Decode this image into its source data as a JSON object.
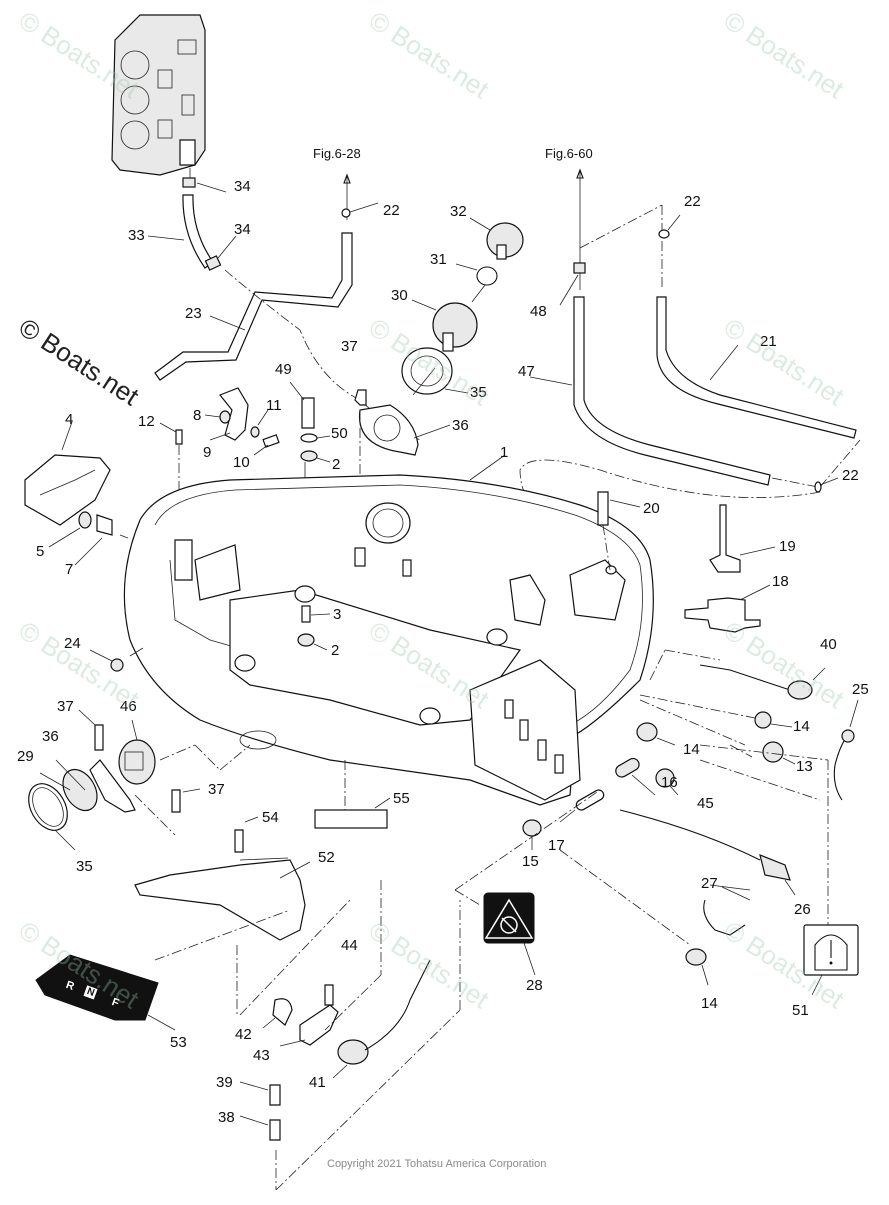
{
  "diagram": {
    "title": "Bottom cowling exploded parts diagram",
    "figure_refs": [
      {
        "id": "fig-ref-left",
        "text": "Fig.6-28"
      },
      {
        "id": "fig-ref-right",
        "text": "Fig.6-60"
      }
    ],
    "callouts": [
      {
        "id": "c34a",
        "text": "34"
      },
      {
        "id": "c33",
        "text": "33"
      },
      {
        "id": "c34b",
        "text": "34"
      },
      {
        "id": "c22a",
        "text": "22"
      },
      {
        "id": "c32",
        "text": "32"
      },
      {
        "id": "c31",
        "text": "31"
      },
      {
        "id": "c30",
        "text": "30"
      },
      {
        "id": "c35a",
        "text": "35"
      },
      {
        "id": "c22b",
        "text": "22"
      },
      {
        "id": "c48",
        "text": "48"
      },
      {
        "id": "c23",
        "text": "23"
      },
      {
        "id": "c37a",
        "text": "37"
      },
      {
        "id": "c49",
        "text": "49"
      },
      {
        "id": "c21",
        "text": "21"
      },
      {
        "id": "c47",
        "text": "47"
      },
      {
        "id": "c12",
        "text": "12"
      },
      {
        "id": "c8",
        "text": "8"
      },
      {
        "id": "c11",
        "text": "11"
      },
      {
        "id": "c50",
        "text": "50"
      },
      {
        "id": "c36a",
        "text": "36"
      },
      {
        "id": "c4",
        "text": "4"
      },
      {
        "id": "c9",
        "text": "9"
      },
      {
        "id": "c10",
        "text": "10"
      },
      {
        "id": "c2a",
        "text": "2"
      },
      {
        "id": "c1",
        "text": "1"
      },
      {
        "id": "c22c",
        "text": "22"
      },
      {
        "id": "c20",
        "text": "20"
      },
      {
        "id": "c5",
        "text": "5"
      },
      {
        "id": "c7",
        "text": "7"
      },
      {
        "id": "c19",
        "text": "19"
      },
      {
        "id": "c18",
        "text": "18"
      },
      {
        "id": "c3",
        "text": "3"
      },
      {
        "id": "c24",
        "text": "24"
      },
      {
        "id": "c2b",
        "text": "2"
      },
      {
        "id": "c40",
        "text": "40"
      },
      {
        "id": "c25",
        "text": "25"
      },
      {
        "id": "c37b",
        "text": "37"
      },
      {
        "id": "c46",
        "text": "46"
      },
      {
        "id": "c14a",
        "text": "14"
      },
      {
        "id": "c36b",
        "text": "36"
      },
      {
        "id": "c29",
        "text": "29"
      },
      {
        "id": "c14b",
        "text": "14"
      },
      {
        "id": "c13",
        "text": "13"
      },
      {
        "id": "c37c",
        "text": "37"
      },
      {
        "id": "c16",
        "text": "16"
      },
      {
        "id": "c45",
        "text": "45"
      },
      {
        "id": "c55",
        "text": "55"
      },
      {
        "id": "c54",
        "text": "54"
      },
      {
        "id": "c17",
        "text": "17"
      },
      {
        "id": "c35b",
        "text": "35"
      },
      {
        "id": "c15",
        "text": "15"
      },
      {
        "id": "c52",
        "text": "52"
      },
      {
        "id": "c27",
        "text": "27"
      },
      {
        "id": "c26",
        "text": "26"
      },
      {
        "id": "c44",
        "text": "44"
      },
      {
        "id": "c28",
        "text": "28"
      },
      {
        "id": "c14c",
        "text": "14"
      },
      {
        "id": "c51",
        "text": "51"
      },
      {
        "id": "c53",
        "text": "53"
      },
      {
        "id": "c42",
        "text": "42"
      },
      {
        "id": "c43",
        "text": "43"
      },
      {
        "id": "c41",
        "text": "41"
      },
      {
        "id": "c39",
        "text": "39"
      },
      {
        "id": "c38",
        "text": "38"
      }
    ],
    "shift_decal": {
      "reverse": "R",
      "neutral": "N",
      "forward": "F"
    },
    "watermark": "© Boats.net",
    "copyright": "Copyright 2021 Tohatsu America Corporation"
  }
}
